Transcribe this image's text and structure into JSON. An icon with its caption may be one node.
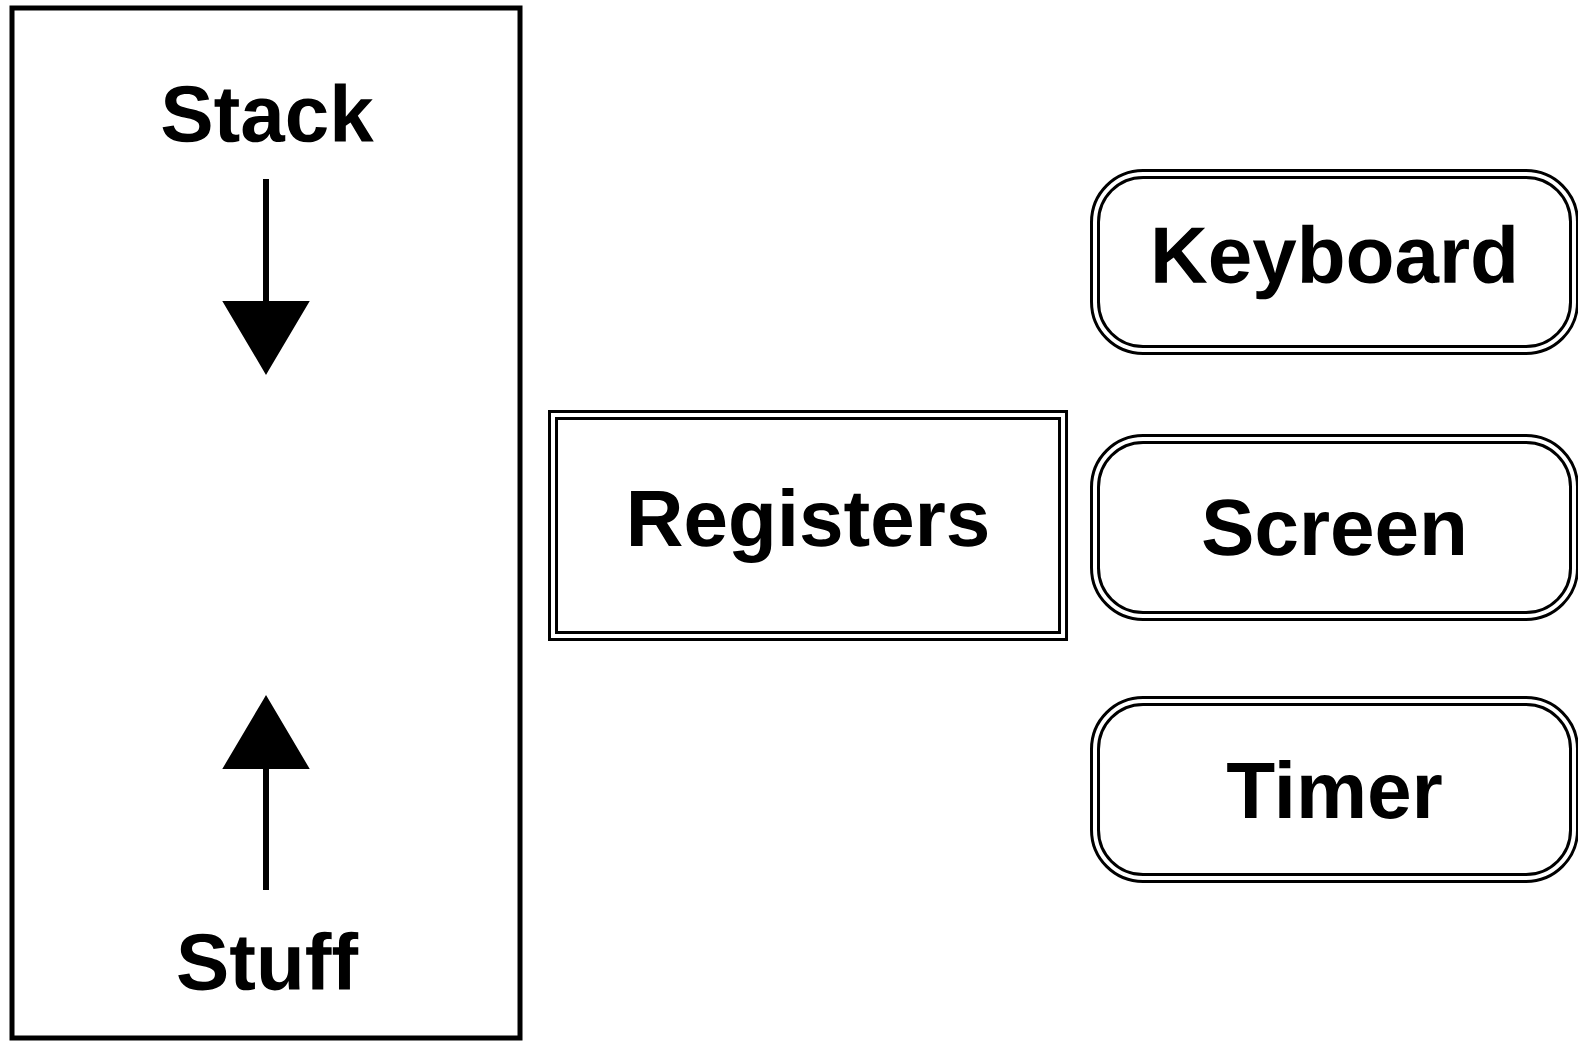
{
  "diagram": {
    "nodes": [
      {
        "text": [
          "Stack",
          "Stuff"
        ]
      },
      {
        "text": [
          "Registers"
        ]
      },
      {
        "text": [
          "Keyboard"
        ]
      },
      {
        "text": [
          "Screen"
        ]
      },
      {
        "text": [
          "Timer"
        ]
      }
    ]
  }
}
